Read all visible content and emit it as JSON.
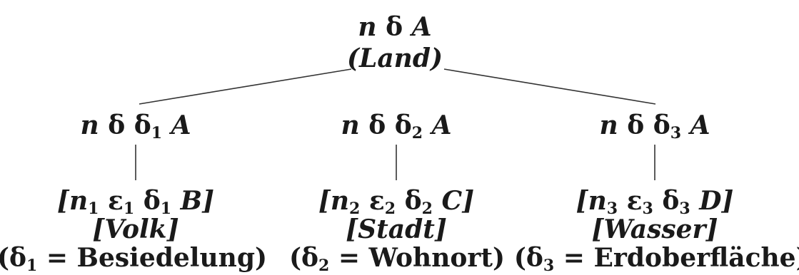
{
  "tree": {
    "root": {
      "formula": [
        {
          "t": "n",
          "s": ""
        },
        {
          "t": " δ ",
          "s": ""
        },
        {
          "t": "A",
          "s": ""
        }
      ],
      "label": "(Land)"
    },
    "branches": [
      {
        "formula": [
          {
            "t": "n",
            "s": ""
          },
          {
            "t": " δ ",
            "s": ""
          },
          {
            "t": "δ",
            "s": "1"
          },
          {
            "t": " A",
            "s": ""
          }
        ],
        "leaf_formula": [
          {
            "t": "[",
            "s": ""
          },
          {
            "t": "n",
            "s": "1"
          },
          {
            "t": " ε",
            "s": "1"
          },
          {
            "t": " δ",
            "s": "1"
          },
          {
            "t": " B]",
            "s": ""
          }
        ],
        "leaf_label": "[Volk]",
        "note": [
          {
            "t": "(δ",
            "s": "1"
          },
          {
            "t": " = Besiedelung)",
            "s": ""
          }
        ]
      },
      {
        "formula": [
          {
            "t": "n",
            "s": ""
          },
          {
            "t": " δ ",
            "s": ""
          },
          {
            "t": "δ",
            "s": "2"
          },
          {
            "t": " A",
            "s": ""
          }
        ],
        "leaf_formula": [
          {
            "t": "[",
            "s": ""
          },
          {
            "t": "n",
            "s": "2"
          },
          {
            "t": " ε",
            "s": "2"
          },
          {
            "t": " δ",
            "s": "2"
          },
          {
            "t": " C]",
            "s": ""
          }
        ],
        "leaf_label": "[Stadt]",
        "note": [
          {
            "t": "(δ",
            "s": "2"
          },
          {
            "t": " = Wohnort)",
            "s": ""
          }
        ]
      },
      {
        "formula": [
          {
            "t": "n",
            "s": ""
          },
          {
            "t": " δ ",
            "s": ""
          },
          {
            "t": "δ",
            "s": "3"
          },
          {
            "t": " A",
            "s": ""
          }
        ],
        "leaf_formula": [
          {
            "t": "[",
            "s": ""
          },
          {
            "t": "n",
            "s": "3"
          },
          {
            "t": " ε",
            "s": "3"
          },
          {
            "t": " δ",
            "s": "3"
          },
          {
            "t": " D]",
            "s": ""
          }
        ],
        "leaf_label": "[Wasser]",
        "note": [
          {
            "t": "(δ",
            "s": "3"
          },
          {
            "t": " = Erdoberfläche).",
            "s": ""
          }
        ]
      }
    ]
  }
}
